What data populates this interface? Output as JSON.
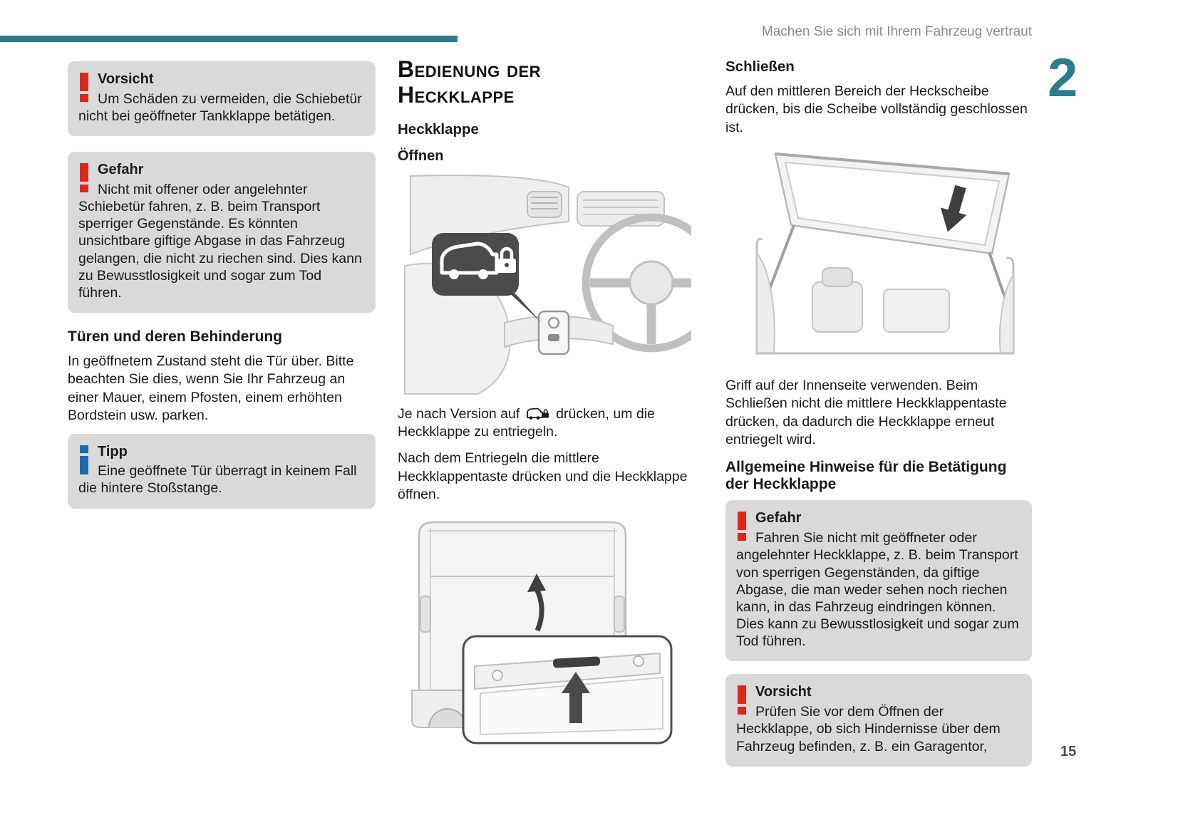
{
  "header": {
    "text": "Machen Sie sich mit Ihrem Fahrzeug vertraut",
    "chapter": "2",
    "page_number": "15"
  },
  "colors": {
    "accent_teal": "#2b7c8e",
    "warning_red": "#d9291f",
    "tip_blue": "#1c6ab0",
    "box_gray": "#d9d9d9"
  },
  "icons": {
    "warning": "red-exclamation-mark",
    "tip": "blue-info-i",
    "tailgate_unlock": "van-with-padlock-glyph"
  },
  "left": {
    "caution": {
      "title": "Vorsicht",
      "text": "Um Schäden zu vermeiden, die Schiebetür nicht bei geöffneter Tankklappe betätigen."
    },
    "danger": {
      "title": "Gefahr",
      "text": "Nicht mit offener oder angelehnter Schiebetür fahren, z. B. beim Transport sperriger Gegenstände. Es könnten unsichtbare giftige Abgase in das Fahrzeug gelangen, die nicht zu riechen sind. Dies kann zu Bewusstlosigkeit und sogar zum Tod führen."
    },
    "doors_section": {
      "title": "Türen und deren Behinderung",
      "text": "In geöffnetem Zustand steht die Tür über. Bitte beachten Sie dies, wenn Sie Ihr Fahrzeug an einer Mauer, einem Pfosten, einem erhöhten Bordstein usw. parken."
    },
    "tip": {
      "title": "Tipp",
      "text": "Eine geöffnete Tür überragt in keinem Fall die hintere Stoßstange."
    }
  },
  "middle": {
    "title_line1": "Bedienung der",
    "title_line2": "Heckklappe",
    "sub_heckklappe": "Heckklappe",
    "sub_oeffnen": "Öffnen",
    "para1_before": "Je nach Version auf",
    "para1_after": "drücken, um die Heckklappe zu entriegeln.",
    "para2": "Nach dem Entriegeln die mittlere Heckklappentaste drücken und die Heckklappe öffnen."
  },
  "right": {
    "close_title": "Schließen",
    "close_text1": "Auf den mittleren Bereich der Heckscheibe drücken, bis die Scheibe vollständig geschlossen ist.",
    "close_text2": "Griff auf der Innenseite verwenden. Beim Schließen nicht die mittlere Heckklappentaste drücken, da dadurch die Heckklappe erneut entriegelt wird.",
    "general_title": "Allgemeine Hinweise für die Betätigung der Heckklappe",
    "danger": {
      "title": "Gefahr",
      "text": "Fahren Sie nicht mit geöffneter oder angelehnter Heckklappe, z. B. beim Transport von sperrigen Gegenständen, da giftige Abgase, die man weder sehen noch riechen kann, in das Fahrzeug eindringen können. Dies kann zu Bewusstlosigkeit und sogar zum Tod führen."
    },
    "caution": {
      "title": "Vorsicht",
      "text": "Prüfen Sie vor dem Öffnen der Heckklappe, ob sich Hindernisse über dem Fahrzeug befinden, z. B. ein Garagentor,"
    }
  }
}
